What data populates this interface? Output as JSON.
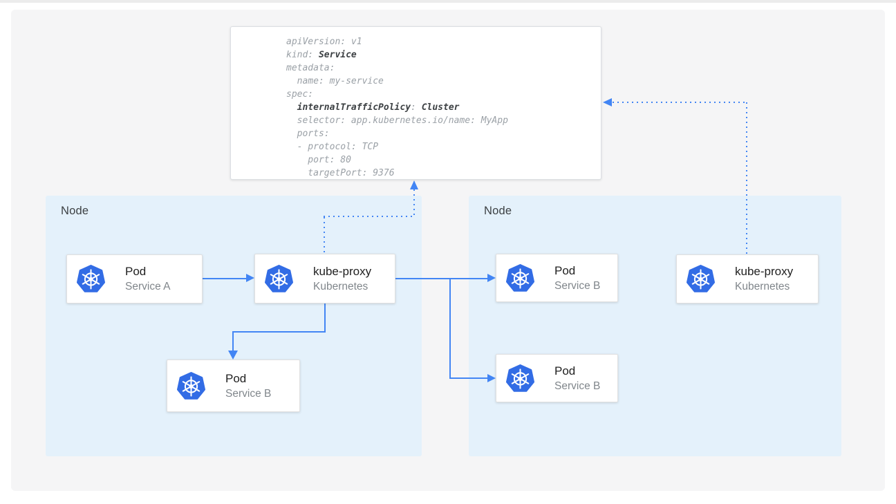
{
  "colors": {
    "accent_blue": "#4285f4",
    "logo_blue": "#326ce5",
    "node_bg": "#e4f1fb",
    "canvas_bg": "#f5f5f6"
  },
  "yaml_card": {
    "lines": [
      [
        {
          "t": "apiVersion: v1"
        }
      ],
      [
        {
          "t": "kind: "
        },
        {
          "t": "Service",
          "b": true
        }
      ],
      [
        {
          "t": "metadata:"
        }
      ],
      [
        {
          "t": "  name: my-service"
        }
      ],
      [
        {
          "t": "spec:"
        }
      ],
      [
        {
          "t": "  "
        },
        {
          "t": "internalTrafficPolicy",
          "b": true
        },
        {
          "t": ": "
        },
        {
          "t": "Cluster",
          "b": true
        }
      ],
      [
        {
          "t": "  selector: app.kubernetes.io/name: MyApp"
        }
      ],
      [
        {
          "t": "  ports:"
        }
      ],
      [
        {
          "t": "  - protocol: TCP"
        }
      ],
      [
        {
          "t": "    port: 80"
        }
      ],
      [
        {
          "t": "    targetPort: 9376"
        }
      ]
    ]
  },
  "nodes": [
    {
      "label": "Node"
    },
    {
      "label": "Node"
    }
  ],
  "boxes": {
    "pod_a": {
      "title": "Pod",
      "subtitle": "Service A"
    },
    "kube_proxy_left": {
      "title": "kube-proxy",
      "subtitle": "Kubernetes"
    },
    "pod_b_left": {
      "title": "Pod",
      "subtitle": "Service B"
    },
    "pod_b_right_top": {
      "title": "Pod",
      "subtitle": "Service B"
    },
    "kube_proxy_right": {
      "title": "kube-proxy",
      "subtitle": "Kubernetes"
    },
    "pod_b_right_bottom": {
      "title": "Pod",
      "subtitle": "Service B"
    }
  }
}
